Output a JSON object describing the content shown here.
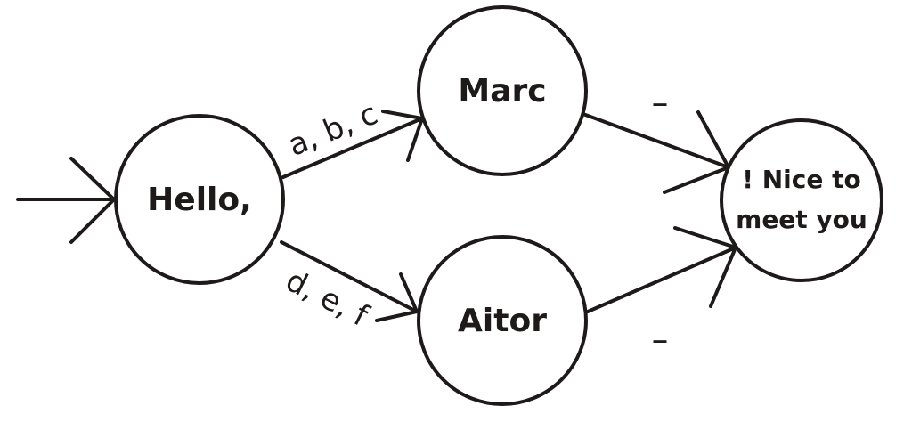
{
  "diagram": {
    "nodes": [
      {
        "id": "hello",
        "label": "Hello,"
      },
      {
        "id": "marc",
        "label": "Marc"
      },
      {
        "id": "aitor",
        "label": "Aitor"
      },
      {
        "id": "nice",
        "label_line1": "! Nice to",
        "label_line2": "meet you"
      }
    ],
    "edges": [
      {
        "from": "hello",
        "to": "marc",
        "label": "a, b, c"
      },
      {
        "from": "hello",
        "to": "aitor",
        "label": "d, e, f"
      },
      {
        "from": "marc",
        "to": "nice",
        "label": "_"
      },
      {
        "from": "aitor",
        "to": "nice",
        "label": "_"
      }
    ]
  }
}
